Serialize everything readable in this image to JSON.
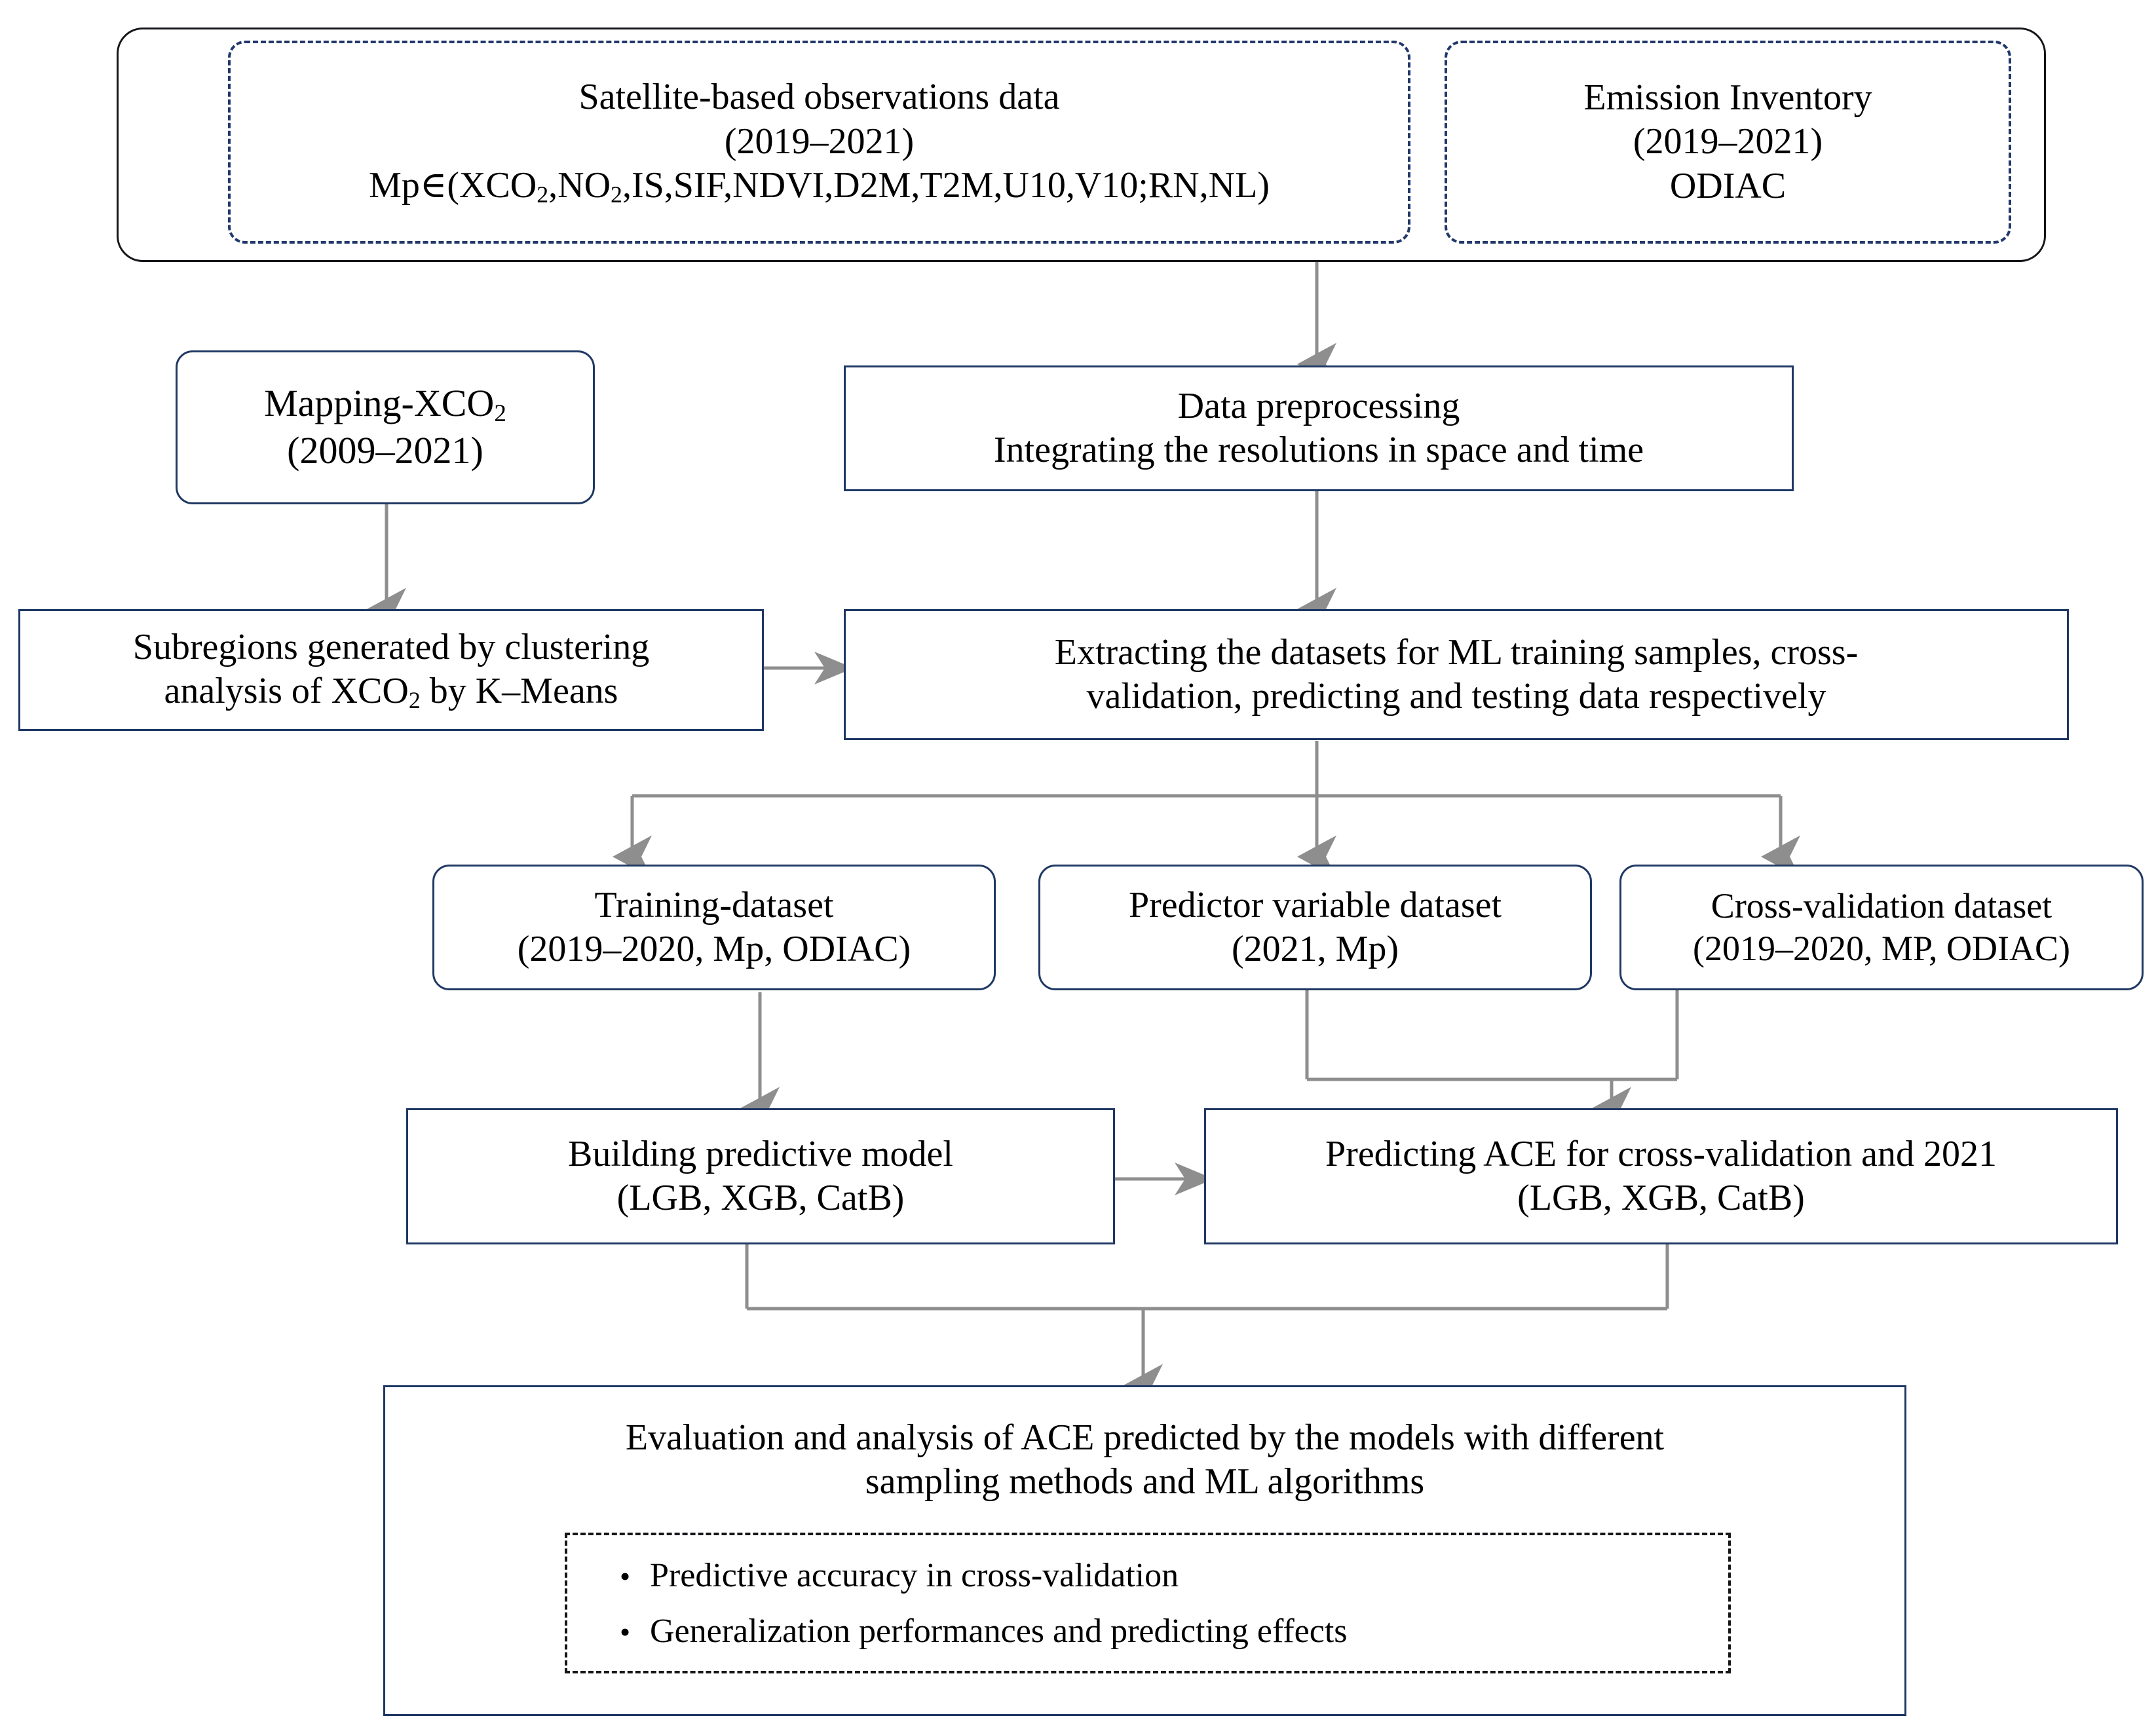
{
  "diagram": {
    "title": "Machine-learning workflow for ACE prediction",
    "accent_box_border": "#1f3864",
    "accent_dashed_border": "#22386b",
    "connector_color": "#8c8c8c",
    "capsule_border": "#15151a"
  },
  "nodes": {
    "satellite_data": {
      "line1": "Satellite-based observations data",
      "line2": "(2019–2021)",
      "line3_prefix": "Mp",
      "line3_member": "∈",
      "line3_open": "(XCO",
      "line3_sub1": "2",
      "line3_mid": ",NO",
      "line3_sub2": "2",
      "line3_rest": ",IS,SIF,NDVI,D2M,T2M,U10,V10;RN,NL)"
    },
    "emission_inventory": {
      "line1": "Emission Inventory",
      "line2": "(2019–2021)",
      "line3": "ODIAC"
    },
    "mapping_xco2": {
      "line1_prefix": "Mapping-XCO",
      "line1_sub": "2",
      "line2": "(2009–2021)"
    },
    "data_preprocessing": {
      "line1": "Data preprocessing",
      "line2": "Integrating the resolutions in space and time"
    },
    "subregions": {
      "line1": "Subregions generated by clustering",
      "line2_prefix": "analysis of XCO",
      "line2_sub": "2",
      "line2_rest": " by K–Means"
    },
    "extracting": {
      "line1": "Extracting the datasets for ML training samples, cross-",
      "line2": "validation, predicting and testing data respectively"
    },
    "training_dataset": {
      "line1": "Training-dataset",
      "line2": "(2019–2020, Mp, ODIAC)"
    },
    "predictor_dataset": {
      "line1": "Predictor variable dataset",
      "line2": "(2021, Mp)"
    },
    "crossval_dataset": {
      "line1": "Cross-validation dataset",
      "line2": "(2019–2020, MP, ODIAC)"
    },
    "building_model": {
      "line1": "Building predictive model",
      "line2": "(LGB, XGB, CatB)"
    },
    "predicting_ace": {
      "line1": "Predicting ACE for cross-validation and 2021",
      "line2": "(LGB, XGB, CatB)"
    },
    "evaluation": {
      "line1": "Evaluation and analysis of ACE predicted by the models with different",
      "line2": "sampling methods and ML algorithms",
      "bullets": [
        "Predictive accuracy in cross-validation",
        "Generalization performances and predicting effects"
      ],
      "bullet_glyph": "•"
    }
  }
}
